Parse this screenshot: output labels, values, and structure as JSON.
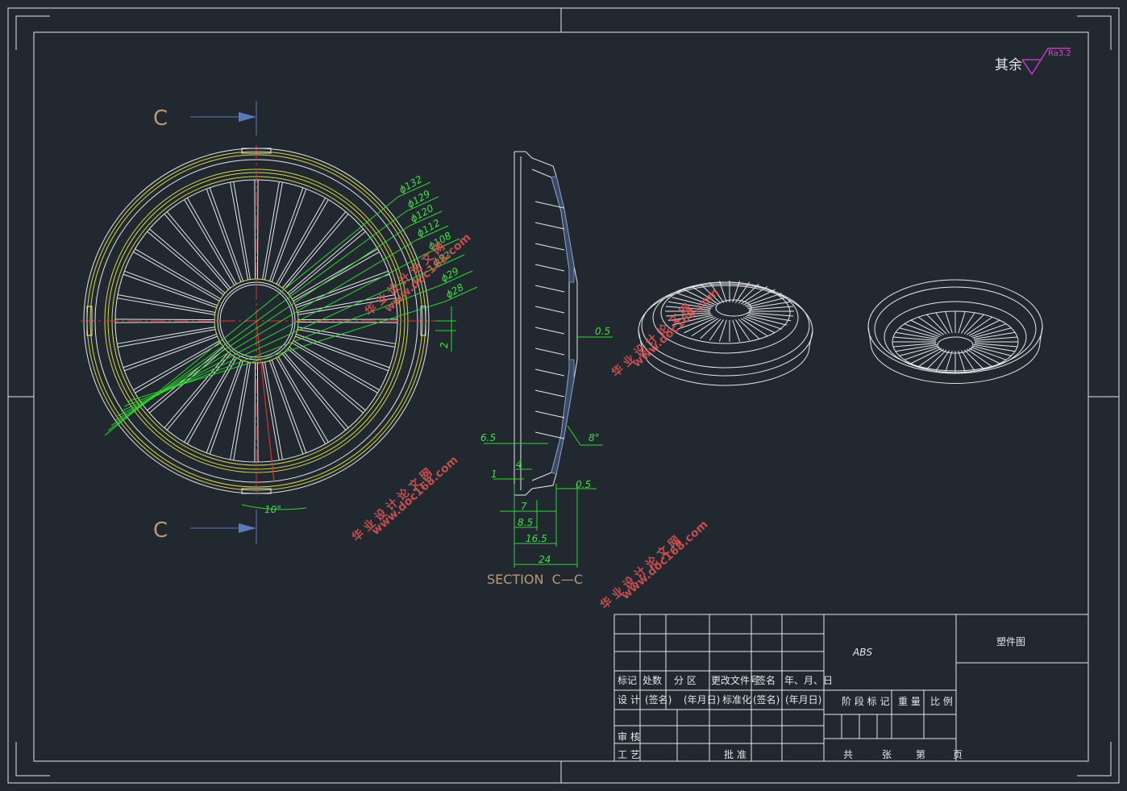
{
  "title_block": {
    "material": "ABS",
    "drawing_name": "塑件图",
    "header_row": [
      "标记",
      "处数",
      "分 区",
      "更改文件号",
      "签名",
      "年、月、日"
    ],
    "row_design": [
      "设 计",
      "(签名)",
      "(年月日)",
      "标准化",
      "(签名)",
      "(年月日)"
    ],
    "label_review": "审 核",
    "label_process": "工 艺",
    "label_approve": "批 准",
    "label_stage": "阶 段 标 记",
    "label_weight": "重 量",
    "label_scale": "比 例",
    "sheet_total": "共",
    "sheet_zhang": "张",
    "sheet_di": "第",
    "sheet_ye": "页"
  },
  "roughness": {
    "prefix": "其余",
    "value": "Ra3.2"
  },
  "front_view": {
    "section_letter_top": "C",
    "section_letter_bottom": "C",
    "diameters": [
      "ϕ132",
      "ϕ129",
      "ϕ120",
      "ϕ112",
      "ϕ108",
      "ϕ32",
      "ϕ29",
      "ϕ28"
    ],
    "dim_2": "2",
    "angle_10": "10°",
    "spoke_count": 36
  },
  "section_view": {
    "label": "SECTION  C—C",
    "dims": {
      "d05_top": "0.5",
      "d8deg": "8°",
      "d65": "6.5",
      "d4": "4",
      "d1": "1",
      "d05_bottom": "0.5",
      "d7": "7",
      "d85": "8.5",
      "d165": "16.5",
      "d24": "24"
    }
  },
  "watermarks": [
    "华 业 设 计 论 文 网",
    "www.doc168.com"
  ],
  "colors": {
    "background": "#212830",
    "frame": "#e8e8e8",
    "dimension": "#2ed62e",
    "outline_yellow": "#d8d84a",
    "centerline": "#e03030",
    "roughness_symbol": "#e040e0",
    "section_label": "#b89a78",
    "arrow_blue": "#5a7ab8"
  }
}
